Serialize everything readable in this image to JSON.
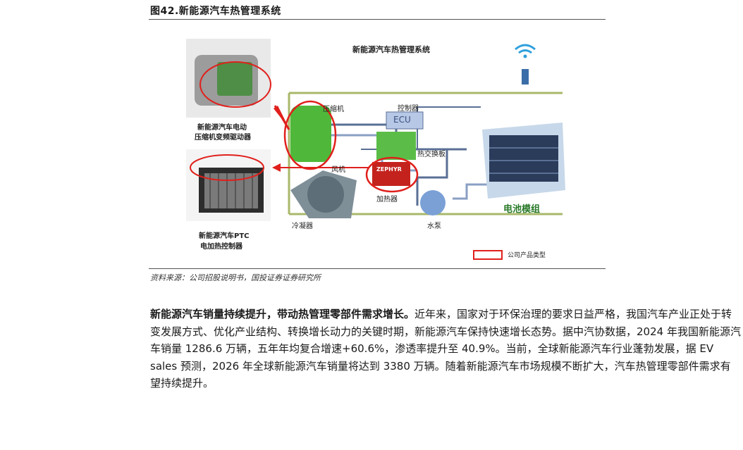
{
  "figure": {
    "caption": "图42.新能源汽车热管理系统",
    "diagram_title": "新能源汽车热管理系统",
    "labels": {
      "compressor": "压缩机",
      "controller": "控制器",
      "ecu": "ECU",
      "heat_exchanger": "热交换板",
      "fan": "风机",
      "heater": "加热器",
      "condenser": "冷凝器",
      "pump": "水泵",
      "battery": "电池模组",
      "heater_brand": "ZEPHYR"
    },
    "product_left_top_1": "新能源汽车电动",
    "product_left_top_2": "压缩机变频驱动器",
    "product_left_bottom_1": "新能源汽车PTC",
    "product_left_bottom_2": "电加热控制器",
    "legend": "公司产品类型",
    "colors": {
      "highlight": "#e0201c",
      "frame": "#a8b86a"
    },
    "icon": "wifi-icon"
  },
  "source": "资料来源：公司招股说明书，国投证券证券研究所",
  "paragraph": {
    "lead": "新能源汽车销量持续提升，带动热管理零部件需求增长。",
    "body": "近年来，国家对于环保治理的要求日益严格，我国汽车产业正处于转变发展方式、优化产业结构、转换增长动力的关键时期，新能源汽车保持快速增长态势。据中汽协数据，2024 年我国新能源汽车销量 1286.6 万辆，五年年均复合增速+60.6%，渗透率提升至 40.9%。当前，全球新能源汽车行业蓬勃发展，据 EV sales 预测，2026 年全球新能源汽车销量将达到 3380 万辆。随着新能源汽车市场规模不断扩大，汽车热管理零部件需求有望持续提升。"
  }
}
